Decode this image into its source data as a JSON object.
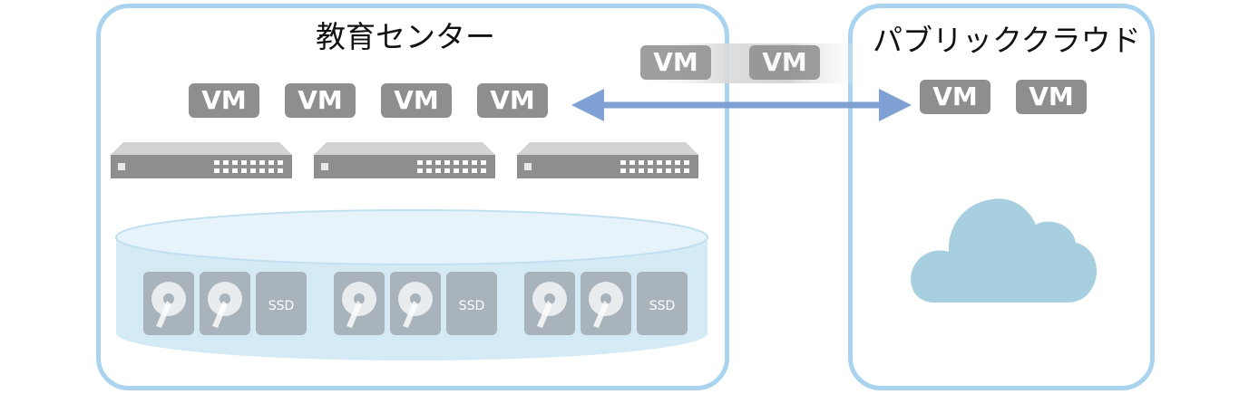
{
  "education_center": {
    "title": "教育センター",
    "vms": [
      "VM",
      "VM",
      "VM",
      "VM"
    ],
    "switch_count": 3,
    "storage_groups": [
      {
        "drives": [
          "hdd",
          "hdd",
          "SSD"
        ]
      },
      {
        "drives": [
          "hdd",
          "hdd",
          "SSD"
        ]
      },
      {
        "drives": [
          "hdd",
          "hdd",
          "SSD"
        ]
      }
    ]
  },
  "migrating_vms": [
    "VM",
    "VM"
  ],
  "public_cloud": {
    "title": "パブリッククラウド",
    "vms": [
      "VM",
      "VM"
    ]
  },
  "colors": {
    "box_border": "#a9d3ee",
    "vm_fill": "#8e8e8e",
    "arrow": "#7ea0d2",
    "cloud": "#a7cfe0",
    "storage": "#d4eaf5",
    "drive": "#a8b3bb"
  }
}
